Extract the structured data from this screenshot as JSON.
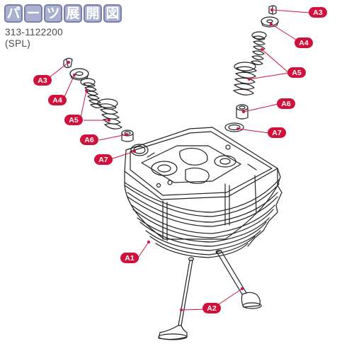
{
  "header": {
    "title_chars": [
      "パ",
      "ー",
      "ツ",
      "展",
      "開",
      "図"
    ],
    "part_number": "313-1122200",
    "variant": "(SPL)"
  },
  "colors": {
    "badge": "#d0113c",
    "leader": "#d0113c",
    "title_fill": "#aab0d0",
    "title_border": "#7a7fa8",
    "line_art": "#222222"
  },
  "callouts": [
    {
      "id": "A1",
      "label": "A1"
    },
    {
      "id": "A2",
      "label": "A2"
    },
    {
      "id": "A3",
      "label": "A3"
    },
    {
      "id": "A4",
      "label": "A4"
    },
    {
      "id": "A5",
      "label": "A5"
    },
    {
      "id": "A6",
      "label": "A6"
    },
    {
      "id": "A7",
      "label": "A7"
    }
  ]
}
